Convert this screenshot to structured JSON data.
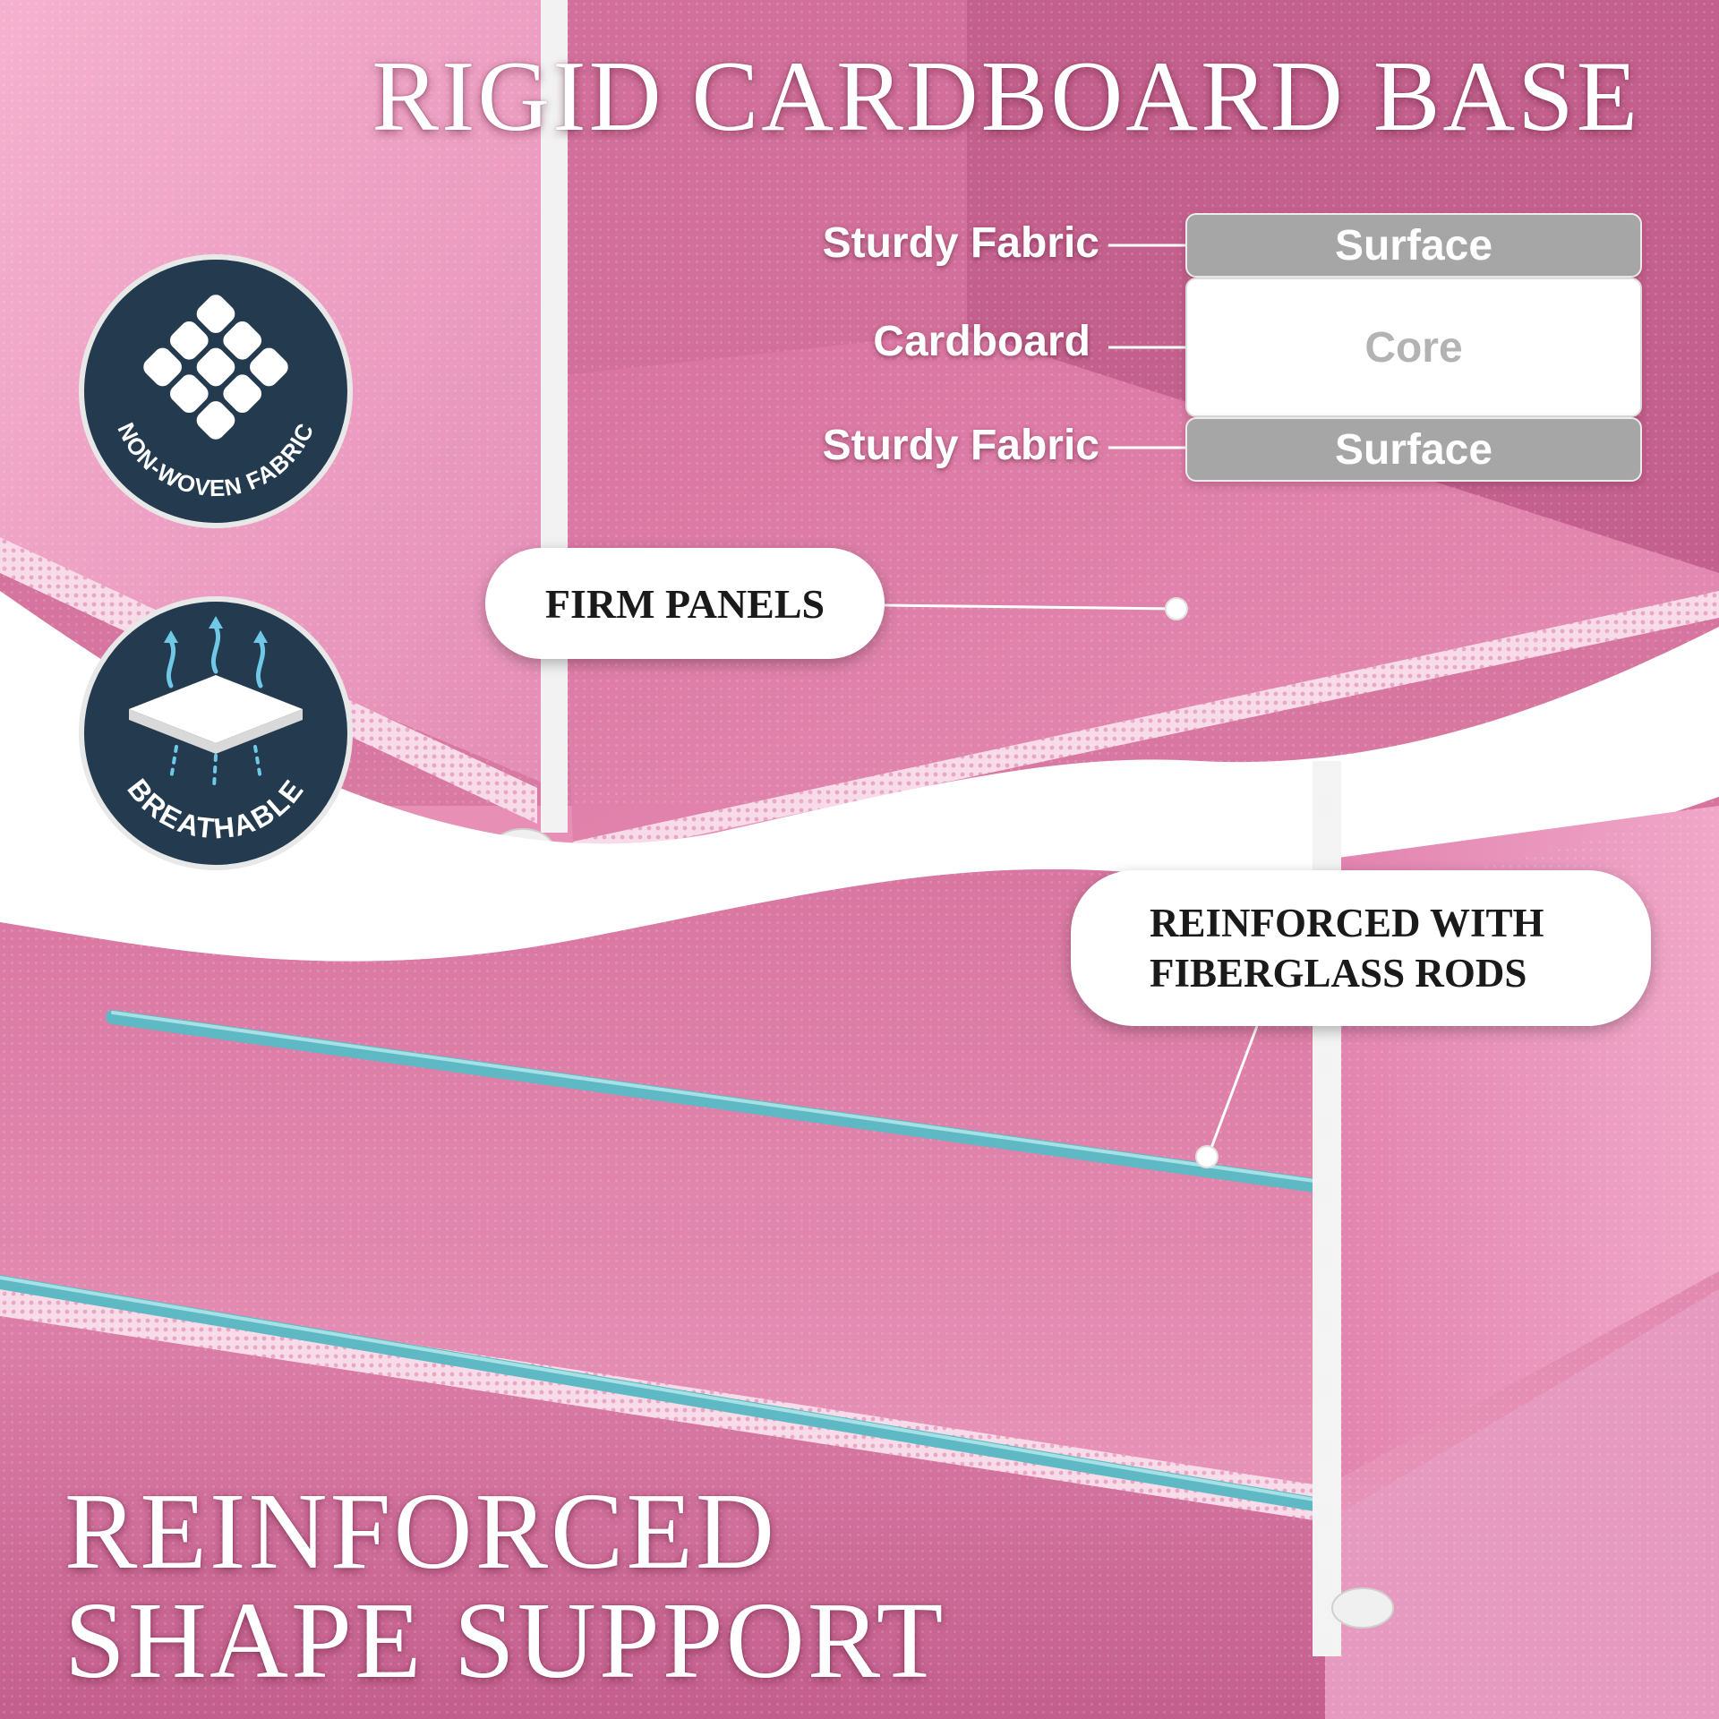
{
  "headline_top": "RIGID CARDBOARD BASE",
  "headline_bottom": [
    "REINFORCED",
    "SHAPE SUPPORT"
  ],
  "layer_diagram": {
    "labels": [
      "Sturdy Fabric",
      "Cardboard",
      "Sturdy Fabric"
    ],
    "layers": [
      "Surface",
      "Core",
      "Surface"
    ]
  },
  "callouts": {
    "firm_panels": "FIRM PANELS",
    "fiberglass_rods": [
      "REINFORCED WITH",
      "FIBERGLASS RODS"
    ]
  },
  "badges": {
    "non_woven": "NON-WOVEN FABRIC",
    "breathable": "BREATHABLE"
  },
  "colors": {
    "fabric_pink": "#e88fb6",
    "fabric_pink_dark": "#c85e8d",
    "badge_navy": "#233a4f",
    "rod_teal": "#6cc6cf",
    "layer_gray": "#a6a6a6"
  },
  "icons": {
    "non_woven": "woven-lattice-icon",
    "breathable": "air-flow-arrows-icon"
  }
}
